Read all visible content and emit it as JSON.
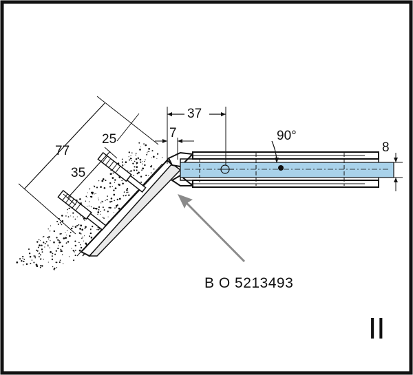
{
  "drawing": {
    "dimensions": {
      "d77": "77",
      "d25": "25",
      "d35": "35",
      "d37": "37",
      "d7": "7",
      "d8": "8",
      "angle": "90°"
    },
    "part_code": "B O 5213493",
    "section_mark": "II",
    "colors": {
      "glass": "#a9d2ea",
      "line": "#111111",
      "arrow": "#8a8a8a"
    }
  }
}
